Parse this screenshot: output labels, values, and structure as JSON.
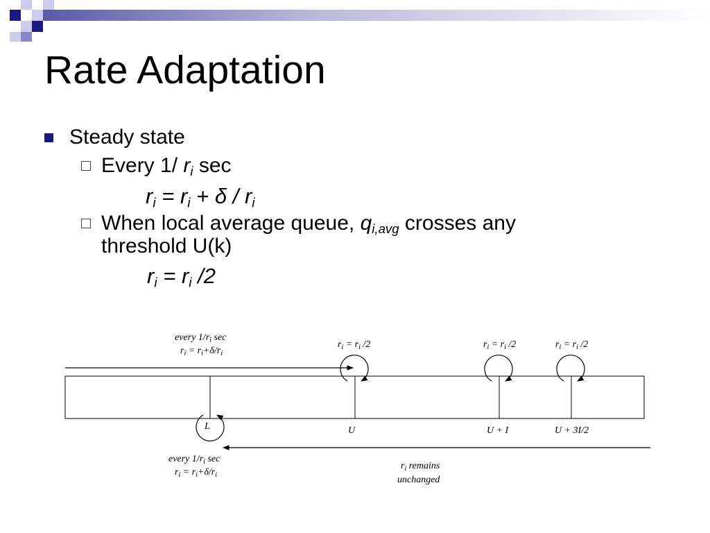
{
  "title": "Rate Adaptation",
  "bullets": [
    {
      "text": "Steady state",
      "sub": [
        {
          "prefix": "Every 1/ ",
          "subscript": "i",
          "suffix": " sec",
          "formula": "ri = ri + δ / ri"
        },
        {
          "line1_prefix": "When local average queue, ",
          "subscript": "i,avg",
          "line1_suffix": " crosses any",
          "line2": "threshold U(k)",
          "formula": "ri = ri /2"
        }
      ]
    }
  ],
  "diagram": {
    "every_top": "every 1/ri sec",
    "formula_top": "ri = ri+δ/ri",
    "halve": "ri = ri /2",
    "L": "L",
    "U": "U",
    "UI": "U + I",
    "U3I2": "U + 3I/2",
    "every_bottom": "every 1/ri sec",
    "formula_bottom": "ri = ri+δ/ri",
    "remains": "remains",
    "unchanged": "unchanged"
  }
}
